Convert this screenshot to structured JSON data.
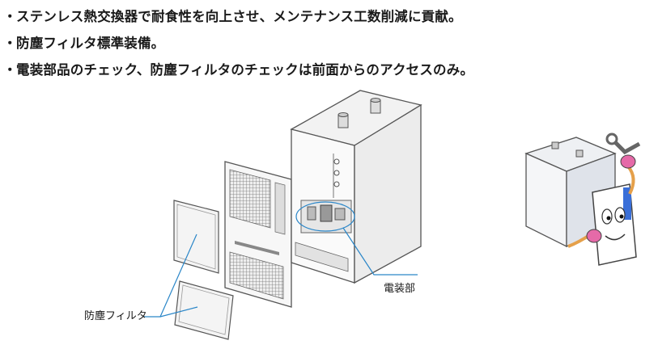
{
  "bullet_marker": "・",
  "bullets": [
    "ステンレス熱交換器で耐食性を向上させ、メンテナンス工数削減に貢献。",
    "防塵フィルタ標準装備。",
    "電装部品のチェック、防塵フィルタのチェックは前面からのアクセスのみ。"
  ],
  "labels": {
    "dust_filter": "防塵フィルタ",
    "electrical_section": "電装部"
  },
  "colors": {
    "callout_line": "#2a86c8",
    "outline": "#555555",
    "mascot_pink": "#e56aa8",
    "mascot_blue": "#3a6fd8"
  }
}
